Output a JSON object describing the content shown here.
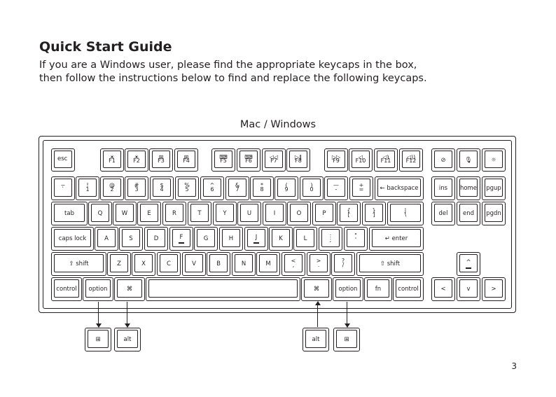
{
  "heading": "Quick Start Guide",
  "intro_line1": "If you are a Windows user, please find the appropriate keycaps in the box,",
  "intro_line2": "then follow the instructions below to find and replace the following keycaps.",
  "caption": "Mac / Windows",
  "page_number": "3",
  "fn_row": {
    "esc": "esc",
    "labels": [
      "F1",
      "F2",
      "F3",
      "F4",
      "F5",
      "F6",
      "F7",
      "F8",
      "F9",
      "F10",
      "F11",
      "F12"
    ],
    "glyphs": [
      "☀",
      "☀",
      "⊞",
      "⊞",
      "⌨",
      "⌨",
      "◁◁",
      "▷‖",
      "▷▷",
      "◁",
      "◁)",
      "◁))"
    ],
    "right": [
      "⊘",
      "🎙",
      "☼"
    ]
  },
  "number_row": {
    "tops": [
      "~",
      "!",
      "@",
      "#",
      "$",
      "%",
      "^",
      "&",
      "*",
      "(",
      ")",
      "—",
      "+"
    ],
    "bottoms": [
      "`",
      "1",
      "2",
      "3",
      "4",
      "5",
      "6",
      "7",
      "8",
      "9",
      "0",
      "-",
      "="
    ],
    "backspace": "← backspace",
    "right": [
      "ins",
      "home",
      "pgup"
    ]
  },
  "qwerty_row": {
    "tab": "tab",
    "letters": [
      "Q",
      "W",
      "E",
      "R",
      "T",
      "Y",
      "U",
      "I",
      "O",
      "P"
    ],
    "brackets": [
      {
        "t": "{",
        "b": "["
      },
      {
        "t": "}",
        "b": "]"
      },
      {
        "t": "|",
        "b": "\\"
      }
    ],
    "right": [
      "del",
      "end",
      "pgdn"
    ]
  },
  "home_row": {
    "caps": "caps lock",
    "letters": [
      "A",
      "S",
      "D",
      "F",
      "G",
      "H",
      "J",
      "K",
      "L"
    ],
    "punct": [
      {
        "t": ":",
        "b": ";"
      },
      {
        "t": "\"",
        "b": "'"
      }
    ],
    "enter": "↵ enter"
  },
  "shift_row": {
    "lshift": "⇧ shift",
    "letters": [
      "Z",
      "X",
      "C",
      "V",
      "B",
      "N",
      "M"
    ],
    "punct": [
      {
        "t": "<",
        "b": ","
      },
      {
        "t": ">",
        "b": "."
      },
      {
        "t": "?",
        "b": "/"
      }
    ],
    "rshift": "⇧ shift",
    "up": "^"
  },
  "bottom_row": {
    "control": "control",
    "option": "option",
    "command": "⌘",
    "command_r": "⌘",
    "option_r": "option",
    "fn": "fn",
    "control_r": "control",
    "left": "<",
    "down": "v",
    "right": ">"
  },
  "replacement_keys": {
    "win": "⊞",
    "alt": "alt"
  }
}
